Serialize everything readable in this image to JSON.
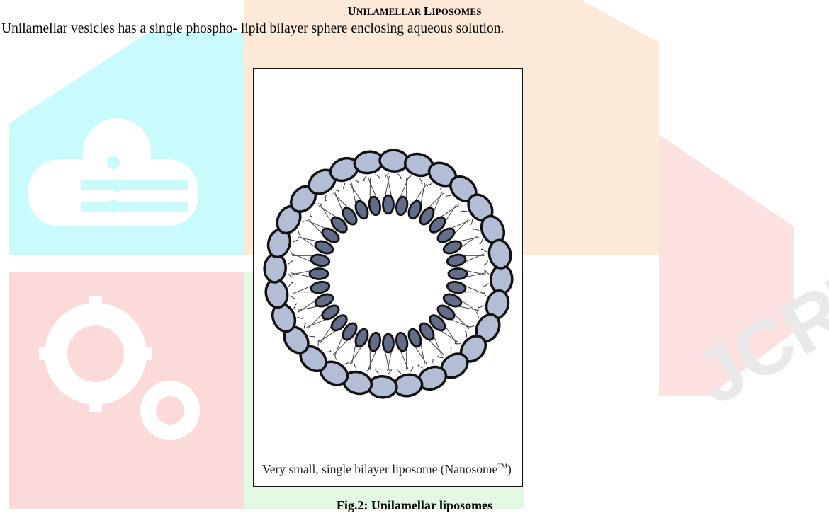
{
  "section": {
    "heading_first_u": "U",
    "heading_rest_1": "NILAMELLAR ",
    "heading_first_l": "L",
    "heading_rest_2": "IPOSOMES",
    "paragraph": "Unilamellar vesicles has a single phospho- lipid bilayer sphere enclosing aqueous solution."
  },
  "figure": {
    "inner_caption": "Very small, single bilayer liposome (Nanosome",
    "inner_caption_tm": "TM",
    "inner_caption_end": ")",
    "label": "Fig.2:   Unilamellar liposomes"
  },
  "watermark": {
    "text": "JCRT",
    "colors": {
      "cyan": "#c9fbfd",
      "orange": "#fde7d5",
      "red": "#fcdcdc",
      "green": "#dff7e0",
      "cyan_icon": "#ffffff"
    }
  },
  "colors": {
    "outer_head_fill": "#b4bdd6",
    "inner_head_fill": "#636d89",
    "outline": "#111111"
  }
}
